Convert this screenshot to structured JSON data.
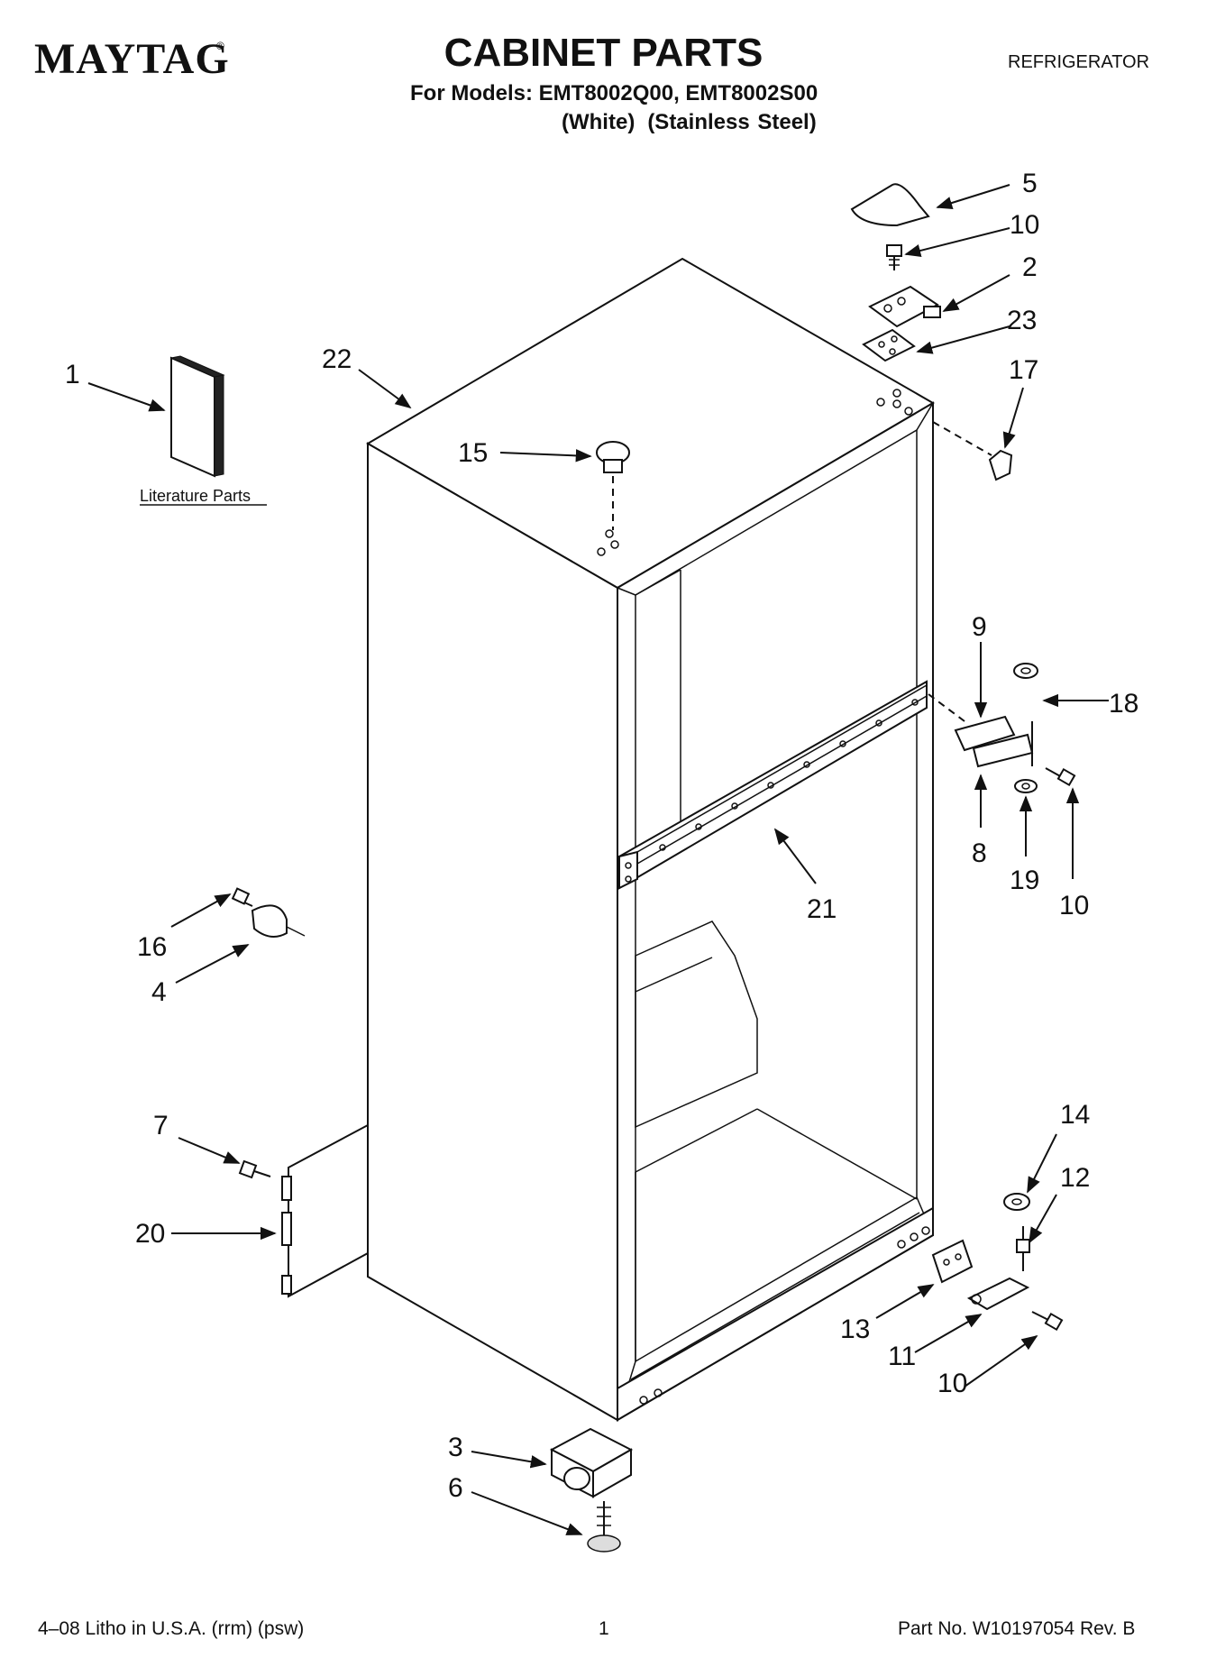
{
  "header": {
    "brand": "MAYTAG",
    "brand_mark": "®",
    "title": "CABINET PARTS",
    "models_line": "For Models: EMT8002Q00, EMT8002S00",
    "variant_white": "(White)",
    "variant_stainless": "(Stainless Steel)",
    "appliance": "REFRIGERATOR"
  },
  "diagram": {
    "literature_label": "Literature Parts",
    "callouts": {
      "c1": "1",
      "c2": "2",
      "c3": "3",
      "c4": "4",
      "c5": "5",
      "c6": "6",
      "c7": "7",
      "c8": "8",
      "c9": "9",
      "c10a": "10",
      "c10b": "10",
      "c10c": "10",
      "c11": "11",
      "c12": "12",
      "c13": "13",
      "c14": "14",
      "c15": "15",
      "c16": "16",
      "c17": "17",
      "c18": "18",
      "c19": "19",
      "c20": "20",
      "c21": "21",
      "c22": "22",
      "c23": "23"
    }
  },
  "footer": {
    "left": "4–08 Litho in U.S.A. (rrm) (psw)",
    "page": "1",
    "part_no": "Part No. W10197054 Rev. B"
  }
}
